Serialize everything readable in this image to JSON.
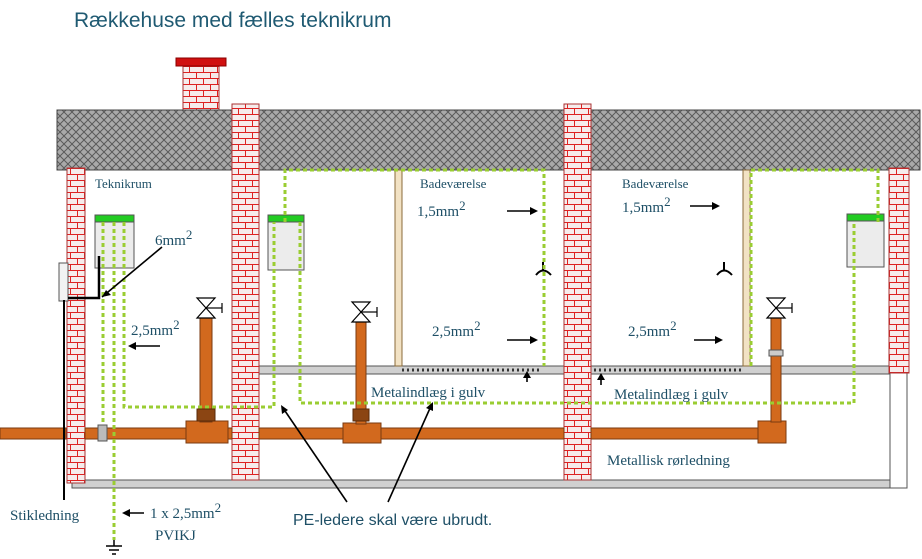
{
  "title": "Rækkehuse med fælles teknikrum",
  "rooms": {
    "teknikrum": "Teknikrum",
    "bad1": "Badeværelse",
    "bad2": "Badeværelse"
  },
  "labels": {
    "mm6": "6mm",
    "mm6_sup": "2",
    "mm25_left": "2,5mm",
    "mm25_left_sup": "2",
    "mm15_a": "1,5mm",
    "mm15_a_sup": "2",
    "mm15_b": "1,5mm",
    "mm15_b_sup": "2",
    "mm25_a": "2,5mm",
    "mm25_a_sup": "2",
    "mm25_b": "2,5mm",
    "mm25_b_sup": "2",
    "metal1": "Metalindlæg i gulv",
    "metal2": "Metalindlæg i gulv",
    "pipe": "Metallisk rørledning",
    "stik": "Stikledning",
    "cable": "1 x 2,5mm",
    "cable_sup": "2",
    "pvikj": "PVIKJ",
    "pe_note": "PE-ledere skal være ubrudt."
  }
}
